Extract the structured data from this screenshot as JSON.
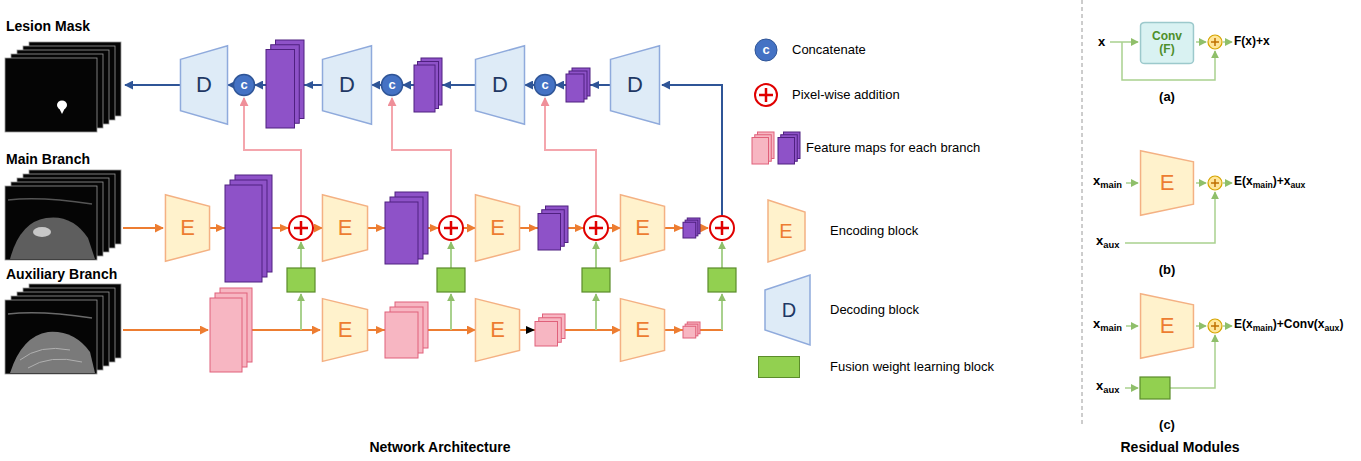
{
  "diagram": {
    "nodes": [
      {
        "text": [
          "D"
        ]
      },
      {
        "text": [
          "c"
        ]
      },
      {
        "text": [
          "D"
        ]
      },
      {
        "text": [
          "c"
        ]
      },
      {
        "text": [
          "D"
        ]
      },
      {
        "text": [
          "c"
        ]
      },
      {
        "text": [
          "D"
        ]
      },
      {
        "text": [
          "E"
        ]
      },
      {
        "text": [
          "E"
        ]
      },
      {
        "text": [
          "E"
        ]
      },
      {
        "text": [
          "E"
        ]
      },
      {
        "text": [
          "E"
        ]
      },
      {
        "text": [
          "E"
        ]
      },
      {
        "text": [
          "E"
        ]
      },
      {
        "text": [
          "Conv (F)"
        ]
      },
      {
        "text": [
          "E"
        ]
      },
      {
        "text": [
          "E"
        ]
      }
    ],
    "edges": [
      {
        "from": 2,
        "to": 1,
        "arrow": "to"
      },
      {
        "from": 1,
        "to": 0,
        "arrow": "to"
      },
      {
        "from": 4,
        "to": 3,
        "arrow": "to"
      },
      {
        "from": 3,
        "to": 2,
        "arrow": "to"
      },
      {
        "from": 6,
        "to": 5,
        "arrow": "to"
      },
      {
        "from": 5,
        "to": 4,
        "arrow": "to"
      },
      {
        "from": 7,
        "to": 8,
        "arrow": "to"
      },
      {
        "from": 8,
        "to": 9,
        "arrow": "to"
      },
      {
        "from": 9,
        "to": 10,
        "arrow": "to"
      },
      {
        "from": 11,
        "to": 12,
        "arrow": "to"
      },
      {
        "from": 12,
        "to": 13,
        "arrow": "to"
      }
    ],
    "labels": [
      "Lesion Mask",
      "Main Branch",
      "Auxiliary Branch",
      "Network Architecture",
      "Residual Modules",
      "c",
      "E",
      "D",
      "x",
      "F(x)+x",
      "(a)",
      "x",
      "main",
      "x",
      "aux",
      "E(x",
      "main",
      ")+x",
      "aux",
      "(b)",
      "x",
      "main",
      "x",
      "aux",
      "E(x",
      "main",
      ")+Conv(x",
      "aux",
      ")",
      "(c)"
    ],
    "legend": [
      {
        "text": "Concatenate"
      },
      {
        "text": "Pixel-wise addition"
      },
      {
        "text": "Feature maps for each branch"
      },
      {
        "text": "Encoding block"
      },
      {
        "text": "Decoding block"
      },
      {
        "text": "Fusion weight learning block",
        "color": "#92d050"
      }
    ]
  }
}
